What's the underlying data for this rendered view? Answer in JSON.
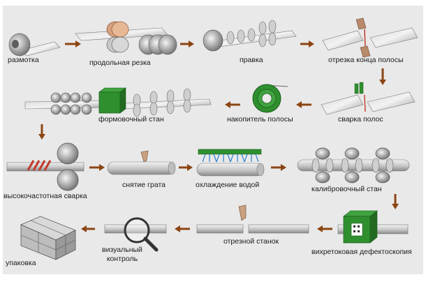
{
  "diagram": {
    "background": "#e9e9e9",
    "arrow_color": "#8b4513",
    "steel_color": "#b5b5b5",
    "green_color": "#2f8f2f",
    "red_color": "#c0392b",
    "steps": [
      {
        "id": "unwinding",
        "label": "размотка"
      },
      {
        "id": "slitting",
        "label": "продольная резка"
      },
      {
        "id": "straightening",
        "label": "правка"
      },
      {
        "id": "strip-end-cutting",
        "label": "отрезка конца полосы"
      },
      {
        "id": "strip-welding",
        "label": "сварка полос"
      },
      {
        "id": "strip-accumulator",
        "label": "накопитель полосы"
      },
      {
        "id": "forming-mill",
        "label": "формовочный стан"
      },
      {
        "id": "hf-welding",
        "label": "высокочастотная сварка"
      },
      {
        "id": "deburring",
        "label": "снятие грата"
      },
      {
        "id": "water-cooling",
        "label": "охлаждение водой"
      },
      {
        "id": "sizing-mill",
        "label": "калибровочный стан"
      },
      {
        "id": "eddy-current",
        "label": "вихретоковая дефектоскопия"
      },
      {
        "id": "cutting-machine",
        "label": "отрезной станок"
      },
      {
        "id": "visual-inspection",
        "label": "визуальный\nконтроль"
      },
      {
        "id": "packing",
        "label": "упаковка"
      }
    ]
  }
}
